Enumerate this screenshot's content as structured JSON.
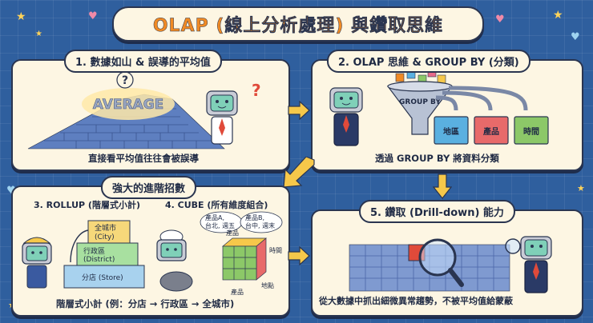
{
  "title": "OLAP (線上分析處理) 與鑽取思維",
  "colors": {
    "background": "#2f5f9e",
    "panel": "#fdf6e3",
    "accent": "#f08a24",
    "border": "#2a3550"
  },
  "panel1": {
    "heading": "1. 數據如山 & 誤導的平均值",
    "average_label": "AVERAGE",
    "caption": "直接看平均值往往會被誤導"
  },
  "panel2": {
    "heading": "2. OLAP 思維 & GROUP BY (分類)",
    "funnel_label": "GROUP BY",
    "bins": [
      "地區",
      "產品",
      "時間"
    ],
    "caption": "透過 GROUP BY 將資料分類"
  },
  "panel34": {
    "heading": "強大的進階招數",
    "rollup_title": "3. ROLLUP (階層式小計)",
    "rollup_levels": [
      "全城市\n(City)",
      "行政區\n(District)",
      "分店 (Store)"
    ],
    "cube_title": "4. CUBE (所有維度組合)",
    "cube_bubble1": "產品A,\n台北, 週五",
    "cube_bubble2": "產品B,\n台中, 週末",
    "cube_axes": [
      "產品",
      "時間",
      "地點",
      "產品"
    ],
    "caption": "階層式小計 (例：分店 → 行政區 → 全城市)"
  },
  "panel5": {
    "heading": "5. 鑽取 (Drill-down) 能力",
    "caption": "從大數據中抓出細微異常趨勢，不被平均值給蒙蔽"
  }
}
